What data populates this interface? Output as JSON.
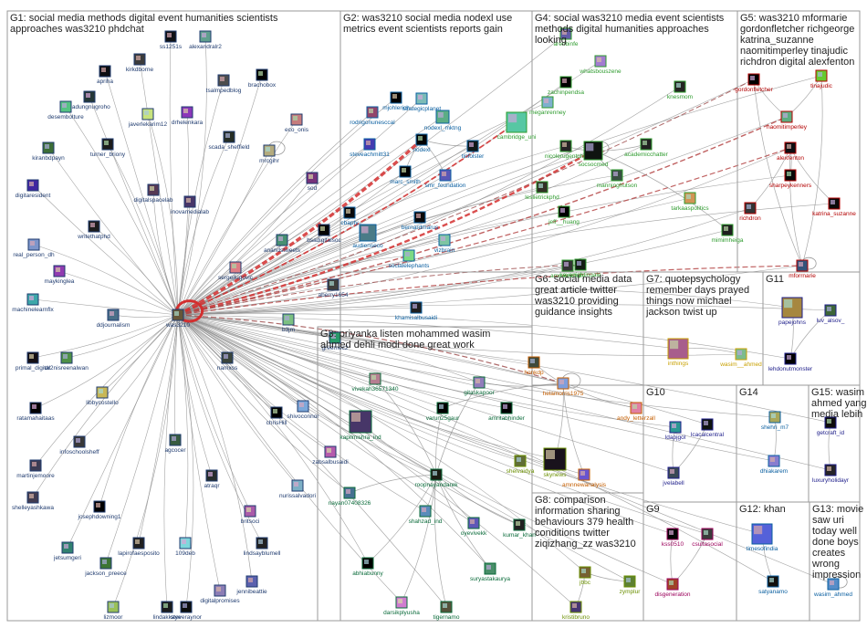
{
  "groups": [
    {
      "id": "G1",
      "title_lines": [
        "G1: social media methods digital event humanities scientists",
        "approaches was3210 phdchat"
      ]
    },
    {
      "id": "G2",
      "title_lines": [
        "G2: was3210 social media nodexl use",
        "metrics event scientists reports gain"
      ]
    },
    {
      "id": "G3",
      "title_lines": [
        "G3: priyanka listen mohammed wasim",
        "ahmed dehli modi done great work"
      ]
    },
    {
      "id": "G4",
      "title_lines": [
        "G4: social was3210 media event scientists",
        "methods digital humanities approaches",
        "looking"
      ]
    },
    {
      "id": "G5",
      "title_lines": [
        "G5: was3210 mformarie",
        "gordonfletcher richgeorge",
        "katrina_suzanne",
        "naomitimperley tinajudic",
        "richdron digital alexfenton"
      ]
    },
    {
      "id": "G6",
      "title_lines": [
        "G6: social media data",
        "great article twitter",
        "was3210 providing",
        "guidance insights"
      ]
    },
    {
      "id": "G7",
      "title_lines": [
        "G7: quotepsychology",
        "remember days prayed",
        "things now michael",
        "jackson twist up"
      ]
    },
    {
      "id": "G8",
      "title_lines": [
        "G8: comparison",
        "information sharing",
        "behaviours 379 health",
        "conditions twitter",
        "ziqizhang_zz was3210"
      ]
    },
    {
      "id": "G9",
      "title_lines": [
        "G9"
      ]
    },
    {
      "id": "G10",
      "title_lines": [
        "G10"
      ]
    },
    {
      "id": "G11",
      "title_lines": [
        "G11"
      ]
    },
    {
      "id": "G12",
      "title_lines": [
        "G12: khan"
      ]
    },
    {
      "id": "G13",
      "title_lines": [
        "G13: movie",
        "saw uri",
        "today well",
        "done boys",
        "creates",
        "wrong",
        "impression"
      ]
    },
    {
      "id": "G14",
      "title_lines": [
        "G14"
      ]
    },
    {
      "id": "G15",
      "title_lines": [
        "G15: wasim",
        "ahmed yang",
        "media lebih"
      ]
    }
  ],
  "hub": "was3210",
  "nodes": [
    {
      "label": "apriha",
      "g": "G1",
      "c": "#1f3b6f"
    },
    {
      "label": "kirkdborne",
      "g": "G1",
      "c": "#1f3b6f"
    },
    {
      "label": "ss1251s",
      "g": "G1",
      "c": "#1f3b6f"
    },
    {
      "label": "alexandralr2",
      "g": "G1",
      "c": "#1f3b6f"
    },
    {
      "label": "tsalmpedblog",
      "g": "G1",
      "c": "#1f3b6f"
    },
    {
      "label": "brachobox",
      "g": "G1",
      "c": "#1f3b6f"
    },
    {
      "label": "dadungnugroho",
      "g": "G1",
      "c": "#1f3b6f"
    },
    {
      "label": "drhelenkara",
      "g": "G1",
      "c": "#1f3b6f"
    },
    {
      "label": "javerlekarim12",
      "g": "G1",
      "c": "#1f3b6f"
    },
    {
      "label": "desembolture",
      "g": "G1",
      "c": "#1f3b6f"
    },
    {
      "label": "turner_briony",
      "g": "G1",
      "c": "#1f3b6f"
    },
    {
      "label": "scada_sheffield",
      "g": "G1",
      "c": "#1f3b6f"
    },
    {
      "label": "eco_onis",
      "g": "G1",
      "c": "#1f3b6f"
    },
    {
      "label": "kiranbdpayn",
      "g": "G1",
      "c": "#1f3b6f"
    },
    {
      "label": "mrcgihr",
      "g": "G1",
      "c": "#1f3b6f"
    },
    {
      "label": "digitalspacelab",
      "g": "G1",
      "c": "#1f3b6f"
    },
    {
      "label": "inovamedialab",
      "g": "G1",
      "c": "#1f3b6f"
    },
    {
      "label": "sod",
      "g": "G1",
      "c": "#1f3b6f"
    },
    {
      "label": "digitaresident",
      "g": "G1",
      "c": "#1f3b6f"
    },
    {
      "label": "writethatphd",
      "g": "G1",
      "c": "#1f3b6f"
    },
    {
      "label": "anandstweets",
      "g": "G1",
      "c": "#1f3b6f"
    },
    {
      "label": "bsadigitalsoc",
      "g": "G1",
      "c": "#1f3b6f"
    },
    {
      "label": "real_person_dh",
      "g": "G1",
      "c": "#1f3b6f"
    },
    {
      "label": "maykinglea",
      "g": "G1",
      "c": "#1f3b6f"
    },
    {
      "label": "sergejlugovic",
      "g": "G1",
      "c": "#1f3b6f"
    },
    {
      "label": "aberry1654",
      "g": "G1",
      "c": "#1f3b6f"
    },
    {
      "label": "machinelearnflx",
      "g": "G1",
      "c": "#1f3b6f"
    },
    {
      "label": "ddjournalism",
      "g": "G1",
      "c": "#1f3b6f"
    },
    {
      "label": "was3210",
      "g": "G1",
      "c": "#1f3b6f"
    },
    {
      "label": "b3jm",
      "g": "G1",
      "c": "#1f3b6f"
    },
    {
      "label": "greemec2",
      "g": "G1",
      "c": "#1f3b6f"
    },
    {
      "label": "primal_digital",
      "g": "G1",
      "c": "#1f3b6f"
    },
    {
      "label": "dr2nisreenalwan",
      "g": "G1",
      "c": "#1f3b6f"
    },
    {
      "label": "namxss",
      "g": "G1",
      "c": "#1f3b6f"
    },
    {
      "label": "ratamahaitaas",
      "g": "G1",
      "c": "#1f3b6f"
    },
    {
      "label": "libbycostello",
      "g": "G1",
      "c": "#1f3b6f"
    },
    {
      "label": "shivoconnor",
      "g": "G1",
      "c": "#1f3b6f"
    },
    {
      "label": "chrisHill",
      "g": "G1",
      "c": "#1f3b6f"
    },
    {
      "label": "infoschoolsheff",
      "g": "G1",
      "c": "#1f3b6f"
    },
    {
      "label": "agcocer",
      "g": "G1",
      "c": "#1f3b6f"
    },
    {
      "label": "zabsalbusaidi",
      "g": "G1",
      "c": "#1f3b6f"
    },
    {
      "label": "martinjemoore",
      "g": "G1",
      "c": "#1f3b6f"
    },
    {
      "label": "atraqr",
      "g": "G1",
      "c": "#1f3b6f"
    },
    {
      "label": "nurissalvadori",
      "g": "G1",
      "c": "#1f3b6f"
    },
    {
      "label": "shelleyashkawa",
      "g": "G1",
      "c": "#1f3b6f"
    },
    {
      "label": "josephdowning1",
      "g": "G1",
      "c": "#1f3b6f"
    },
    {
      "label": "britsoci",
      "g": "G1",
      "c": "#1f3b6f"
    },
    {
      "label": "lapirofaesposito",
      "g": "G1",
      "c": "#1f3b6f"
    },
    {
      "label": "jetsumgeri",
      "g": "G1",
      "c": "#1f3b6f"
    },
    {
      "label": "109deb",
      "g": "G1",
      "c": "#1f3b6f"
    },
    {
      "label": "lindsayblumell",
      "g": "G1",
      "c": "#1f3b6f"
    },
    {
      "label": "jackson_preece",
      "g": "G1",
      "c": "#1f3b6f"
    },
    {
      "label": "jennibeattie",
      "g": "G1",
      "c": "#1f3b6f"
    },
    {
      "label": "lizmoor",
      "g": "G1",
      "c": "#1f3b6f"
    },
    {
      "label": "lindakkaye",
      "g": "G1",
      "c": "#1f3b6f"
    },
    {
      "label": "steveraynor",
      "g": "G1",
      "c": "#1f3b6f"
    },
    {
      "label": "digitalpromises",
      "g": "G1",
      "c": "#1f3b6f"
    },
    {
      "label": "strategicplanet",
      "g": "G2",
      "c": "#0a5fa0"
    },
    {
      "label": "rodrigonunesccal",
      "g": "G2",
      "c": "#0a5fa0"
    },
    {
      "label": "mjohlerich",
      "g": "G2",
      "c": "#0a5fa0"
    },
    {
      "label": "nodexl_mktng",
      "g": "G2",
      "c": "#0a5fa0"
    },
    {
      "label": "steveachmitt31",
      "g": "G2",
      "c": "#0a5fa0"
    },
    {
      "label": "nodexl",
      "g": "G2",
      "c": "#0a5fa0"
    },
    {
      "label": "tinfolster",
      "g": "G2",
      "c": "#0a5fa0"
    },
    {
      "label": "marc_smith",
      "g": "G2",
      "c": "#0a5fa0"
    },
    {
      "label": "smr_foundation",
      "g": "G2",
      "c": "#0a5fa0"
    },
    {
      "label": "cbapty",
      "g": "G2",
      "c": "#0a5fa0"
    },
    {
      "label": "bernardmarus",
      "g": "G2",
      "c": "#0a5fa0"
    },
    {
      "label": "audienseco",
      "g": "G2",
      "c": "#0a5fa0"
    },
    {
      "label": "vizbrain",
      "g": "G2",
      "c": "#0a5fa0"
    },
    {
      "label": "socialelephants",
      "g": "G2",
      "c": "#0a5fa0"
    },
    {
      "label": "khamisalbusaidi",
      "g": "G2",
      "c": "#0a5fa0"
    },
    {
      "label": "vivekah36571340",
      "g": "G3",
      "c": "#0a6b3a"
    },
    {
      "label": "gitaskapoor",
      "g": "G3",
      "c": "#0a6b3a"
    },
    {
      "label": "kapilmishra_ind",
      "g": "G3",
      "c": "#0a6b3a"
    },
    {
      "label": "varun25gaur",
      "g": "G3",
      "c": "#0a6b3a"
    },
    {
      "label": "amritabhinder",
      "g": "G3",
      "c": "#0a6b3a"
    },
    {
      "label": "roopnayandarek",
      "g": "G3",
      "c": "#0a6b3a"
    },
    {
      "label": "nayan07408326",
      "g": "G3",
      "c": "#0a6b3a"
    },
    {
      "label": "shahzad_ind",
      "g": "G3",
      "c": "#0a6b3a"
    },
    {
      "label": "oyevivekk",
      "g": "G3",
      "c": "#0a6b3a"
    },
    {
      "label": "kumar_khan",
      "g": "G3",
      "c": "#0a6b3a"
    },
    {
      "label": "abhiabunny",
      "g": "G3",
      "c": "#0a6b3a"
    },
    {
      "label": "suryastakaurya",
      "g": "G3",
      "c": "#0a6b3a"
    },
    {
      "label": "darsikplyusha",
      "g": "G3",
      "c": "#0a6b3a"
    },
    {
      "label": "tigernamo",
      "g": "G3",
      "c": "#0a6b3a"
    },
    {
      "label": "arenbinfe",
      "g": "G4",
      "c": "#2e9b2e"
    },
    {
      "label": "whatsbouszene",
      "g": "G4",
      "c": "#2e9b2e"
    },
    {
      "label": "knesmom",
      "g": "G4",
      "c": "#2e9b2e"
    },
    {
      "label": "zachinpendsa",
      "g": "G4",
      "c": "#2e9b2e"
    },
    {
      "label": "meganrenney",
      "g": "G4",
      "c": "#2e9b2e"
    },
    {
      "label": "cambridge_uni",
      "g": "G4",
      "c": "#2e9b2e"
    },
    {
      "label": "nicolerugentphd",
      "g": "G4",
      "c": "#2e9b2e"
    },
    {
      "label": "socsocmed",
      "g": "G4",
      "c": "#2e9b2e"
    },
    {
      "label": "academicchatter",
      "g": "G4",
      "c": "#2e9b2e"
    },
    {
      "label": "manninghutson",
      "g": "G4",
      "c": "#2e9b2e"
    },
    {
      "label": "leslietrickphd",
      "g": "G4",
      "c": "#2e9b2e"
    },
    {
      "label": "jeff__huang",
      "g": "G4",
      "c": "#2e9b2e"
    },
    {
      "label": "tarkaaspolitics",
      "g": "G4",
      "c": "#2e9b2e"
    },
    {
      "label": "mimimheiga",
      "g": "G4",
      "c": "#2e9b2e"
    },
    {
      "label": "kayenightingale",
      "g": "G4",
      "c": "#2e9b2e"
    },
    {
      "label": "amnawadaily",
      "g": "G4",
      "c": "#2e9b2e"
    },
    {
      "label": "gordonfletcher",
      "g": "G5",
      "c": "#b30000"
    },
    {
      "label": "tinajudic",
      "g": "G5",
      "c": "#b30000"
    },
    {
      "label": "naomitimperley",
      "g": "G5",
      "c": "#b30000"
    },
    {
      "label": "alexfenton",
      "g": "G5",
      "c": "#b30000"
    },
    {
      "label": "sharpeykenners",
      "g": "G5",
      "c": "#b30000"
    },
    {
      "label": "katrina_suzanne",
      "g": "G5",
      "c": "#b30000"
    },
    {
      "label": "richdron",
      "g": "G5",
      "c": "#b30000"
    },
    {
      "label": "mforrnarie",
      "g": "G5",
      "c": "#b30000"
    },
    {
      "label": "honkdp",
      "g": "G6",
      "c": "#c45e00"
    },
    {
      "label": "helamorris1975",
      "g": "G6",
      "c": "#c45e00"
    },
    {
      "label": "andy_letterzall",
      "g": "G6",
      "c": "#c45e00"
    },
    {
      "label": "amnnewanalysis",
      "g": "G6",
      "c": "#c45e00"
    },
    {
      "label": "inthings",
      "g": "G7",
      "c": "#c8a000"
    },
    {
      "label": "wasim__ahmed",
      "g": "G7",
      "c": "#c8a000"
    },
    {
      "label": "papejohns",
      "g": "G11",
      "c": "#1d1d8a"
    },
    {
      "label": "luv_alsov_",
      "g": "G11",
      "c": "#1d1d8a"
    },
    {
      "label": "lehdonutmonster",
      "g": "G11",
      "c": "#1d1d8a"
    },
    {
      "label": "shelvaidya",
      "g": "G8",
      "c": "#6a8f00"
    },
    {
      "label": "skynews",
      "g": "G8",
      "c": "#6a8f00"
    },
    {
      "label": "jbbc",
      "g": "G8",
      "c": "#6a8f00"
    },
    {
      "label": "zymplur",
      "g": "G8",
      "c": "#6a8f00"
    },
    {
      "label": "kristibruno",
      "g": "G8",
      "c": "#6a8f00"
    },
    {
      "label": "ldapjgol",
      "g": "G10",
      "c": "#1d1d8a"
    },
    {
      "label": "lcacalcentral",
      "g": "G10",
      "c": "#1d1d8a"
    },
    {
      "label": "jvelabell",
      "g": "G10",
      "c": "#1d1d8a"
    },
    {
      "label": "shehri_m7",
      "g": "G14",
      "c": "#0a5fa0"
    },
    {
      "label": "dhiakarem",
      "g": "G14",
      "c": "#0a5fa0"
    },
    {
      "label": "getcraft_id",
      "g": "G15",
      "c": "#1d1d8a"
    },
    {
      "label": "luxuryholidayr",
      "g": "G15",
      "c": "#1d1d8a"
    },
    {
      "label": "kss0510",
      "g": "G9",
      "c": "#9b005b"
    },
    {
      "label": "csultasocial",
      "g": "G9",
      "c": "#9b005b"
    },
    {
      "label": "disgeneration",
      "g": "G9",
      "c": "#9b005b"
    },
    {
      "label": "timesofindia",
      "g": "G12",
      "c": "#0a5fa0"
    },
    {
      "label": "satyanamo",
      "g": "G12",
      "c": "#0a5fa0"
    },
    {
      "label": "wasim_ahmed",
      "g": "G13",
      "c": "#0a5fa0"
    }
  ]
}
